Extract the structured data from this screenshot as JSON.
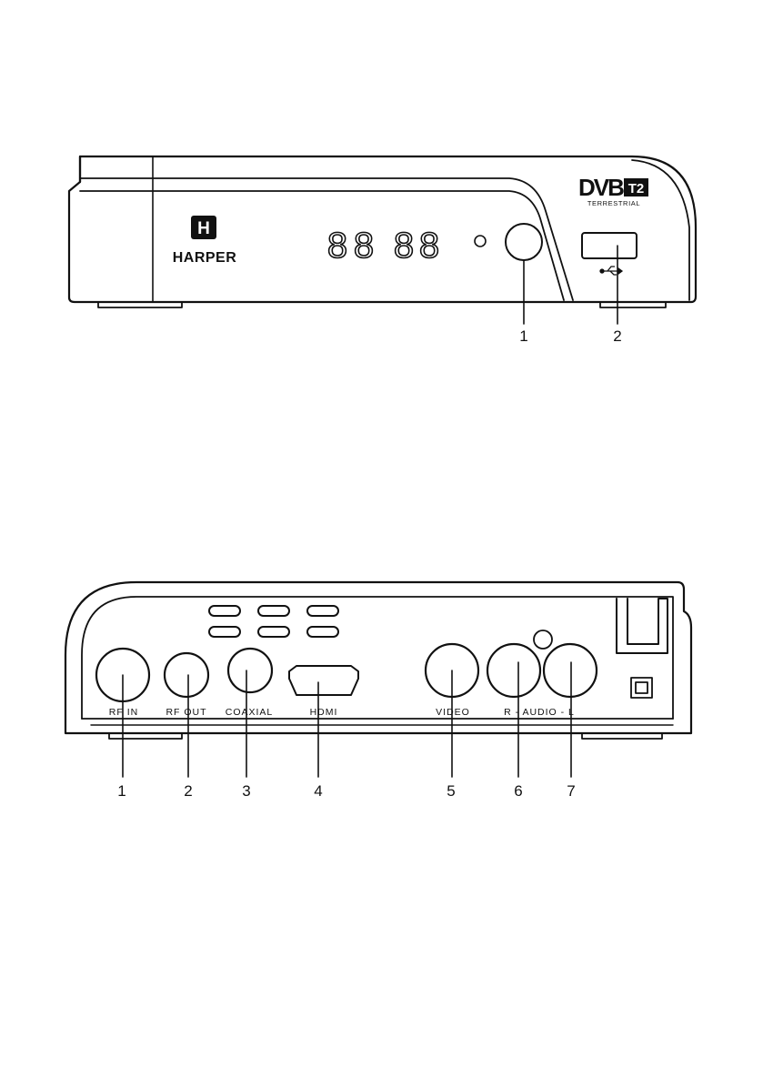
{
  "front_panel": {
    "brand_logo_letter": "H",
    "brand_name": "HARPER",
    "display_digits": [
      "8",
      "8",
      "8",
      "8"
    ],
    "dvb_logo": {
      "dvb_text": "DVB",
      "t2_text": "T2",
      "subtitle": "TERRESTRIAL"
    },
    "usb_symbol": "usb-icon",
    "callouts": [
      "1",
      "2"
    ]
  },
  "rear_panel": {
    "connectors": [
      {
        "label": "RF IN",
        "callout": "1",
        "icon": "rf-in-connector"
      },
      {
        "label": "RF OUT",
        "callout": "2",
        "icon": "rf-out-connector"
      },
      {
        "label": "COAXIAL",
        "callout": "3",
        "icon": "coaxial-connector"
      },
      {
        "label": "HDMI",
        "callout": "4",
        "icon": "hdmi-port"
      },
      {
        "label": "VIDEO",
        "callout": "5",
        "icon": "video-rca-jack"
      },
      {
        "label": "R - AUDIO - L",
        "callout": "6",
        "icon": "audio-right-rca-jack"
      },
      {
        "callout": "7",
        "icon": "audio-left-rca-jack"
      }
    ],
    "power_cord_icon": "power-cord-icon",
    "double_insulation_icon": "double-insulation-icon"
  },
  "colors": {
    "line": "#111111",
    "background": "#ffffff"
  }
}
